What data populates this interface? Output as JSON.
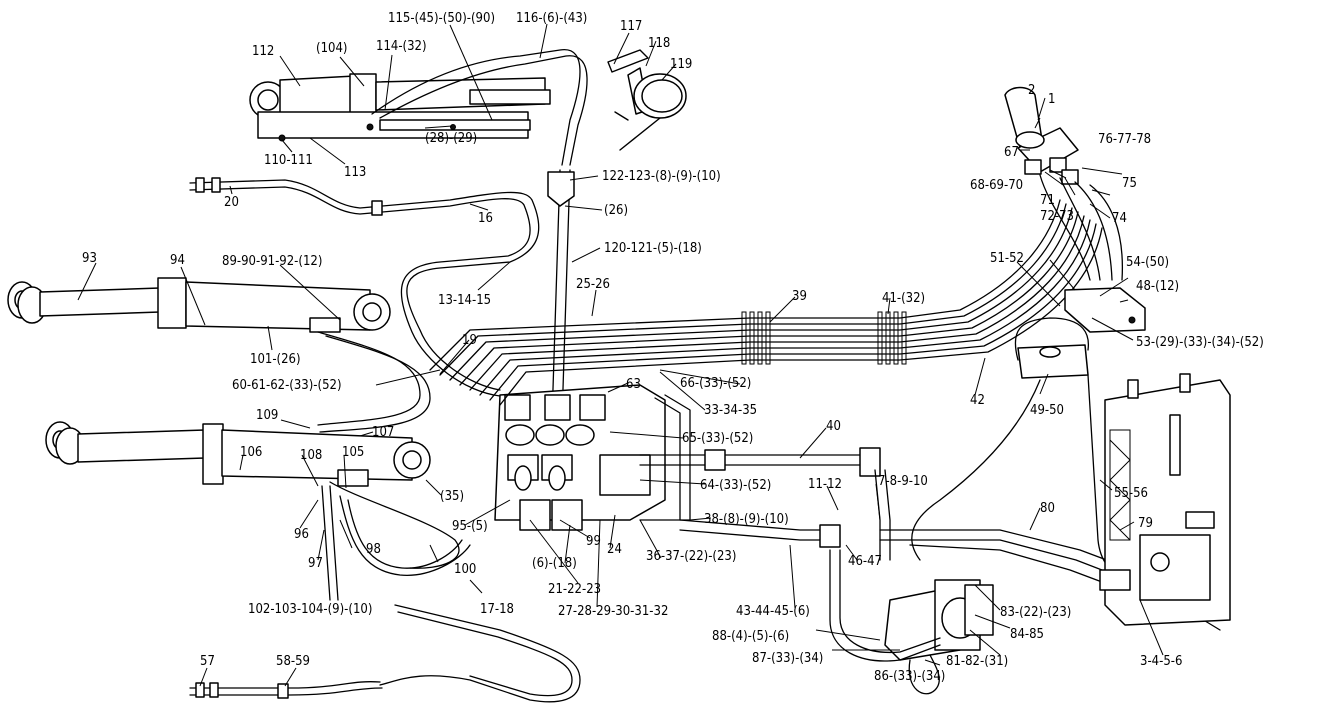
{
  "diagram": {
    "callouts": [
      {
        "id": "c1",
        "text": "1"
      },
      {
        "id": "c2",
        "text": "2"
      },
      {
        "id": "c112",
        "text": "112"
      },
      {
        "id": "c104p",
        "text": "(104)"
      },
      {
        "id": "c114",
        "text": "114-(32)"
      },
      {
        "id": "c115",
        "text": "115-(45)-(50)-(90)"
      },
      {
        "id": "c116",
        "text": "116-(6)-(43)"
      },
      {
        "id": "c117",
        "text": "117"
      },
      {
        "id": "c118",
        "text": "118"
      },
      {
        "id": "c119",
        "text": "119"
      },
      {
        "id": "c110",
        "text": "110-111"
      },
      {
        "id": "c113",
        "text": "113"
      },
      {
        "id": "c28",
        "text": "(28)-(29)"
      },
      {
        "id": "c122",
        "text": "122-123-(8)-(9)-(10)"
      },
      {
        "id": "c20",
        "text": "20"
      },
      {
        "id": "c16",
        "text": "16"
      },
      {
        "id": "c26",
        "text": "(26)"
      },
      {
        "id": "c67",
        "text": "67"
      },
      {
        "id": "c76",
        "text": "76-77-78"
      },
      {
        "id": "c68",
        "text": "68-69-70"
      },
      {
        "id": "c75",
        "text": "75"
      },
      {
        "id": "c71",
        "text": "71"
      },
      {
        "id": "c72",
        "text": "72-73"
      },
      {
        "id": "c74",
        "text": "74"
      },
      {
        "id": "c93",
        "text": "93"
      },
      {
        "id": "c94",
        "text": "94"
      },
      {
        "id": "c89",
        "text": "89-90-91-92-(12)"
      },
      {
        "id": "c120",
        "text": "120-121-(5)-(18)"
      },
      {
        "id": "c13",
        "text": "13-14-15"
      },
      {
        "id": "c25",
        "text": "25-26"
      },
      {
        "id": "c39",
        "text": "39"
      },
      {
        "id": "c51",
        "text": "51-52"
      },
      {
        "id": "c54",
        "text": "54-(50)"
      },
      {
        "id": "c48",
        "text": "48-(12)"
      },
      {
        "id": "c41",
        "text": "41-(32)"
      },
      {
        "id": "c53",
        "text": "53-(29)-(33)-(34)-(52)"
      },
      {
        "id": "c101",
        "text": "101-(26)"
      },
      {
        "id": "c19",
        "text": "19"
      },
      {
        "id": "c60",
        "text": "60-61-62-(33)-(52)"
      },
      {
        "id": "c63",
        "text": "63"
      },
      {
        "id": "c66",
        "text": "66-(33)-(52)"
      },
      {
        "id": "c33",
        "text": "33-34-35"
      },
      {
        "id": "c42",
        "text": "42"
      },
      {
        "id": "c49",
        "text": "49-50"
      },
      {
        "id": "c109",
        "text": "109"
      },
      {
        "id": "c107",
        "text": "107"
      },
      {
        "id": "c65",
        "text": "65-(33)-(52)"
      },
      {
        "id": "c40",
        "text": "40"
      },
      {
        "id": "c106",
        "text": "106"
      },
      {
        "id": "c108",
        "text": "108"
      },
      {
        "id": "c105",
        "text": "105"
      },
      {
        "id": "c64",
        "text": "64-(33)-(52)"
      },
      {
        "id": "c7",
        "text": "7-8-9-10"
      },
      {
        "id": "c11",
        "text": "11-12"
      },
      {
        "id": "c55",
        "text": "55-56"
      },
      {
        "id": "c35",
        "text": "(35)"
      },
      {
        "id": "c96",
        "text": "96"
      },
      {
        "id": "c95",
        "text": "95-(5)"
      },
      {
        "id": "c99",
        "text": "99"
      },
      {
        "id": "c24",
        "text": "24"
      },
      {
        "id": "c38",
        "text": "38-(8)-(9)-(10)"
      },
      {
        "id": "c80",
        "text": "80"
      },
      {
        "id": "c79",
        "text": "79"
      },
      {
        "id": "c98",
        "text": "98"
      },
      {
        "id": "c6",
        "text": "(6)-(18)"
      },
      {
        "id": "c36",
        "text": "36-37-(22)-(23)"
      },
      {
        "id": "c46",
        "text": "46-47"
      },
      {
        "id": "c97",
        "text": "97"
      },
      {
        "id": "c100",
        "text": "100"
      },
      {
        "id": "c21",
        "text": "21-22-23"
      },
      {
        "id": "c102",
        "text": "102-103-104-(9)-(10)"
      },
      {
        "id": "c17",
        "text": "17-18"
      },
      {
        "id": "c27",
        "text": "27-28-29-30-31-32"
      },
      {
        "id": "c43",
        "text": "43-44-45-(6)"
      },
      {
        "id": "c83",
        "text": "83-(22)-(23)"
      },
      {
        "id": "c84",
        "text": "84-85"
      },
      {
        "id": "c88",
        "text": "88-(4)-(5)-(6)"
      },
      {
        "id": "c87",
        "text": "87-(33)-(34)"
      },
      {
        "id": "c81",
        "text": "81-82-(31)"
      },
      {
        "id": "c3",
        "text": "3-4-5-6"
      },
      {
        "id": "c57",
        "text": "57"
      },
      {
        "id": "c58",
        "text": "58-59"
      },
      {
        "id": "c86",
        "text": "86-(33)-(34)"
      }
    ]
  }
}
